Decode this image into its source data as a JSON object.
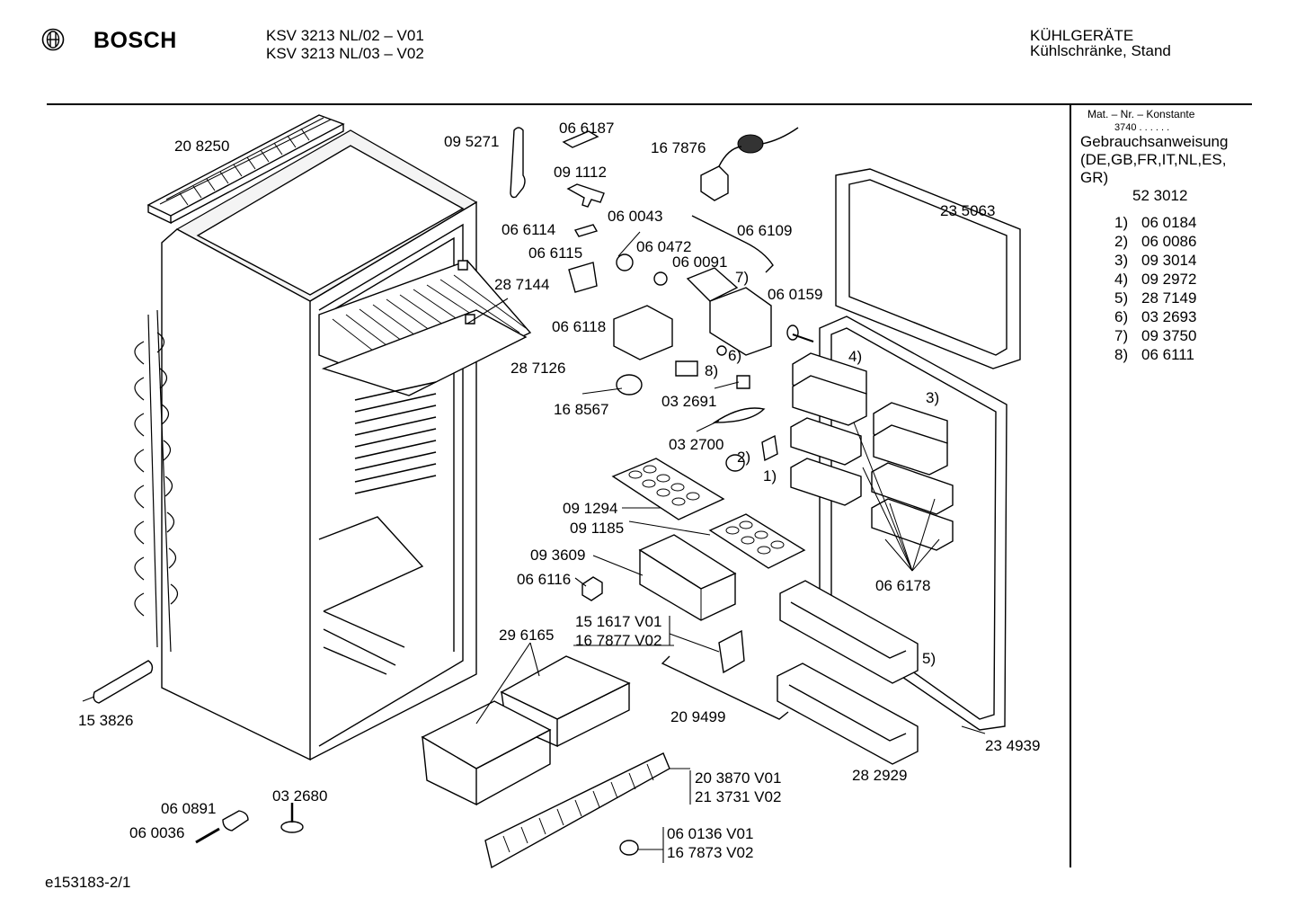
{
  "header": {
    "brand": "BOSCH",
    "models": [
      "KSV 3213 NL/02 – V01",
      "KSV 3213 NL/03 – V02"
    ],
    "category": "KÜHLGERÄTE",
    "subcategory": "Kühlschränke, Stand"
  },
  "sidebar": {
    "title": "Mat. – Nr. – Konstante",
    "constant": "3740 . . . . . .",
    "manual_label": "Gebrauchsanweisung",
    "languages_line1": "(DE,GB,FR,IT,NL,ES,",
    "languages_line2": "GR)",
    "manual_number": "52 3012",
    "footnotes": [
      {
        "num": "1)",
        "part": "06 0184"
      },
      {
        "num": "2)",
        "part": "06 0086"
      },
      {
        "num": "3)",
        "part": "09 3014"
      },
      {
        "num": "4)",
        "part": "09 2972"
      },
      {
        "num": "5)",
        "part": "28 7149"
      },
      {
        "num": "6)",
        "part": "03 2693"
      },
      {
        "num": "7)",
        "part": "09 3750"
      },
      {
        "num": "8)",
        "part": "06 6111"
      }
    ]
  },
  "parts": {
    "p208250": "20 8250",
    "p095271": "09 5271",
    "p066187": "06 6187",
    "p091112": "09 1112",
    "p167876": "16 7876",
    "p066114": "06 6114",
    "p060043": "06 0043",
    "p066109": "06 6109",
    "p066115": "06 6115",
    "p060472": "06 0472",
    "p060091": "06 0091",
    "ref7": "7)",
    "p287144": "28 7144",
    "p060159": "06 0159",
    "p066118": "06 6118",
    "ref6": "6)",
    "ref8": "8)",
    "p287126": "28 7126",
    "p032691": "03 2691",
    "p168567": "16 8567",
    "p032700": "03 2700",
    "ref2": "2)",
    "ref1": "1)",
    "p235063": "23 5063",
    "ref4": "4)",
    "ref3": "3)",
    "p091294": "09 1294",
    "p091185": "09 1185",
    "p093609": "09 3609",
    "p066116": "06 6116",
    "p066178": "06 6178",
    "p151617": "15 1617 V01",
    "p167877": "16 7877 V02",
    "p296165": "29 6165",
    "ref5": "5)",
    "p209499": "20 9499",
    "p234939": "23 4939",
    "p153826": "15 3826",
    "p282929": "28 2929",
    "p203870": "20 3870 V01",
    "p213731": "21 3731 V02",
    "p060891": "06 0891",
    "p032680": "03 2680",
    "p060036": "06 0036",
    "p060136": "06 0136 V01",
    "p167873": "16 7873 V02"
  },
  "footer": {
    "doc_id": "e153183-2/1"
  }
}
